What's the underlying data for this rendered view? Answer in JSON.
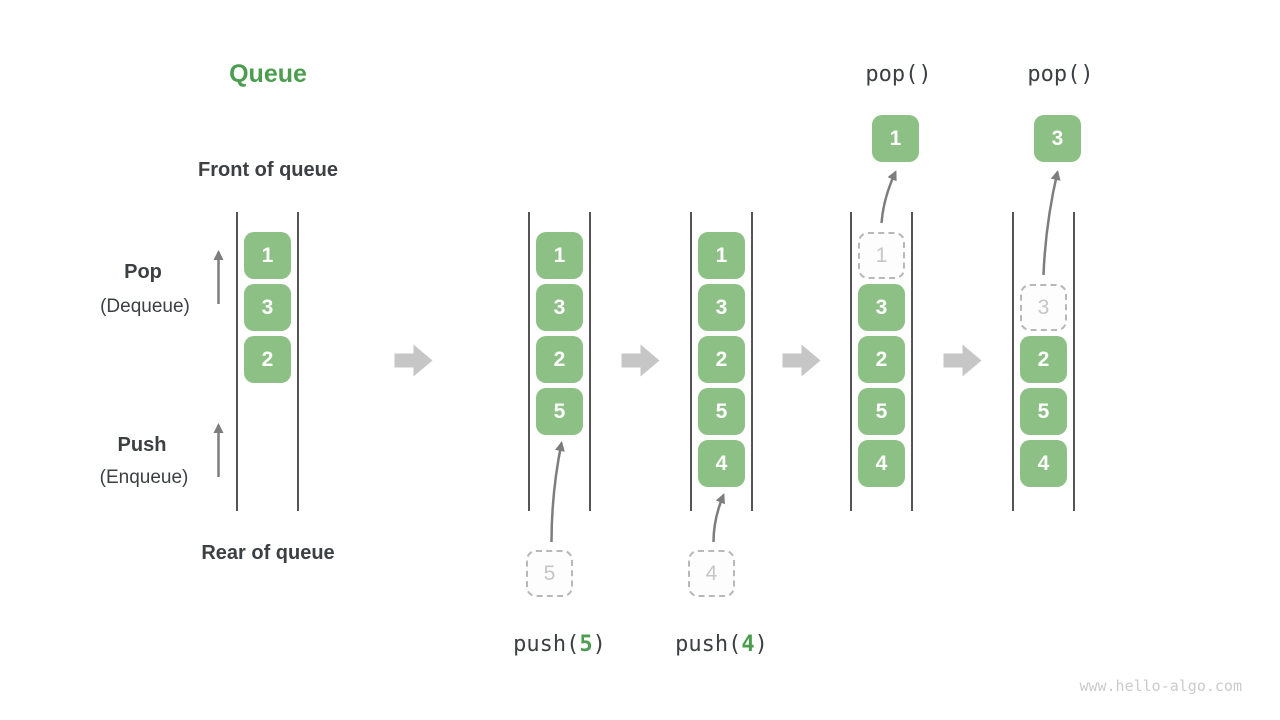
{
  "page": {
    "title": "Queue",
    "watermark": "www.hello-algo.com"
  },
  "labels": {
    "front_of_queue": "Front of queue",
    "rear_of_queue": "Rear of queue",
    "pop": "Pop",
    "pop_sub": "(Dequeue)",
    "push": "Push",
    "push_sub": "(Enqueue)"
  },
  "colors": {
    "accent_green": "#4c9d50",
    "box_green": "#8cc084",
    "box_number_white": "#ffffff",
    "text_dark": "#3c4043",
    "flow_arrow_gray": "#c6c6c6",
    "dashed_border_gray": "#b8b8b8",
    "dashed_text_gray": "#c6c6c6",
    "channel_line_gray": "#555555",
    "arrow_gray": "#7d7d7d",
    "watermark_gray": "#cbcbcb"
  },
  "diagram": {
    "states": [
      {
        "name": "state-initial",
        "boxes": [
          {
            "value": "1",
            "row": 0,
            "style": "solid"
          },
          {
            "value": "3",
            "row": 1,
            "style": "solid"
          },
          {
            "value": "2",
            "row": 2,
            "style": "solid"
          }
        ]
      },
      {
        "name": "state-push-5",
        "operation": {
          "type": "push",
          "prefix": "push(",
          "arg": "5",
          "suffix": ")"
        },
        "pending": "5",
        "boxes": [
          {
            "value": "1",
            "row": 0,
            "style": "solid"
          },
          {
            "value": "3",
            "row": 1,
            "style": "solid"
          },
          {
            "value": "2",
            "row": 2,
            "style": "solid"
          },
          {
            "value": "5",
            "row": 3,
            "style": "solid"
          }
        ]
      },
      {
        "name": "state-push-4",
        "operation": {
          "type": "push",
          "prefix": "push(",
          "arg": "4",
          "suffix": ")"
        },
        "pending": "4",
        "boxes": [
          {
            "value": "1",
            "row": 0,
            "style": "solid"
          },
          {
            "value": "3",
            "row": 1,
            "style": "solid"
          },
          {
            "value": "2",
            "row": 2,
            "style": "solid"
          },
          {
            "value": "5",
            "row": 3,
            "style": "solid"
          },
          {
            "value": "4",
            "row": 4,
            "style": "solid"
          }
        ]
      },
      {
        "name": "state-pop-1",
        "operation": {
          "type": "pop",
          "label": "pop()"
        },
        "popped": "1",
        "boxes": [
          {
            "value": "1",
            "row": 0,
            "style": "dashed"
          },
          {
            "value": "3",
            "row": 1,
            "style": "solid"
          },
          {
            "value": "2",
            "row": 2,
            "style": "solid"
          },
          {
            "value": "5",
            "row": 3,
            "style": "solid"
          },
          {
            "value": "4",
            "row": 4,
            "style": "solid"
          }
        ]
      },
      {
        "name": "state-pop-3",
        "operation": {
          "type": "pop",
          "label": "pop()"
        },
        "popped": "3",
        "boxes": [
          {
            "value": "3",
            "row": 1,
            "style": "dashed"
          },
          {
            "value": "2",
            "row": 2,
            "style": "solid"
          },
          {
            "value": "5",
            "row": 3,
            "style": "solid"
          },
          {
            "value": "4",
            "row": 4,
            "style": "solid"
          }
        ]
      }
    ]
  }
}
